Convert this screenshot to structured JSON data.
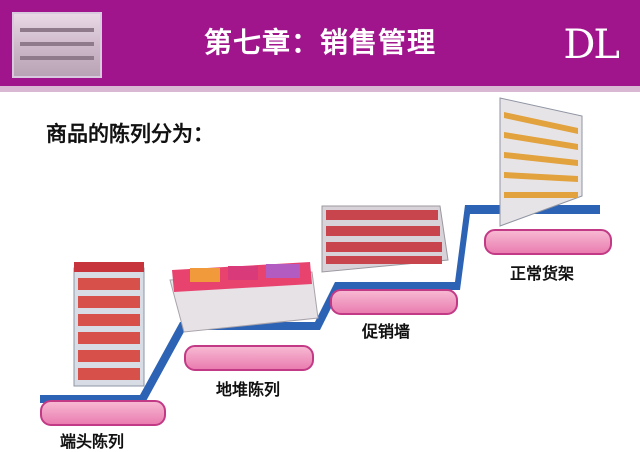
{
  "slide": {
    "title": "第七章：销售管理",
    "logo": "DL",
    "subtitle": "商品的陈列分为：",
    "categories": [
      {
        "label": "端头陈列"
      },
      {
        "label": "地堆陈列"
      },
      {
        "label": "促销墙"
      },
      {
        "label": "正常货架"
      }
    ]
  },
  "colors": {
    "header": "#a0148c",
    "stair": "#2d63b4",
    "pill": "#ea7db0"
  }
}
